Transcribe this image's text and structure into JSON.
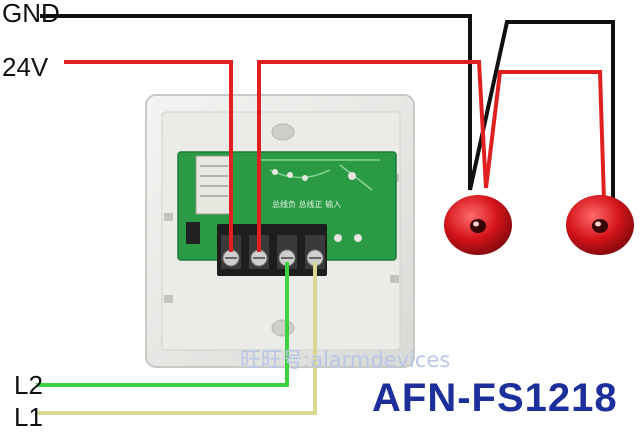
{
  "labels": {
    "gnd": "GND",
    "v24": "24V",
    "l2": "L2",
    "l1": "L1"
  },
  "model": "AFN-FS1218",
  "watermark": "旺旺号:alarmdevices",
  "pcb_text": "总线负 总线正 输入",
  "colors": {
    "gnd_wire": "#111111",
    "power_wire": "#e02020",
    "l2_wire": "#3ed23e",
    "l1_wire": "#d8d890",
    "model_text": "#1c2f9a",
    "bell": "#d4141a",
    "pcb": "#2a9a44"
  },
  "components": {
    "module": "wall-plate-module",
    "bells": 2
  }
}
